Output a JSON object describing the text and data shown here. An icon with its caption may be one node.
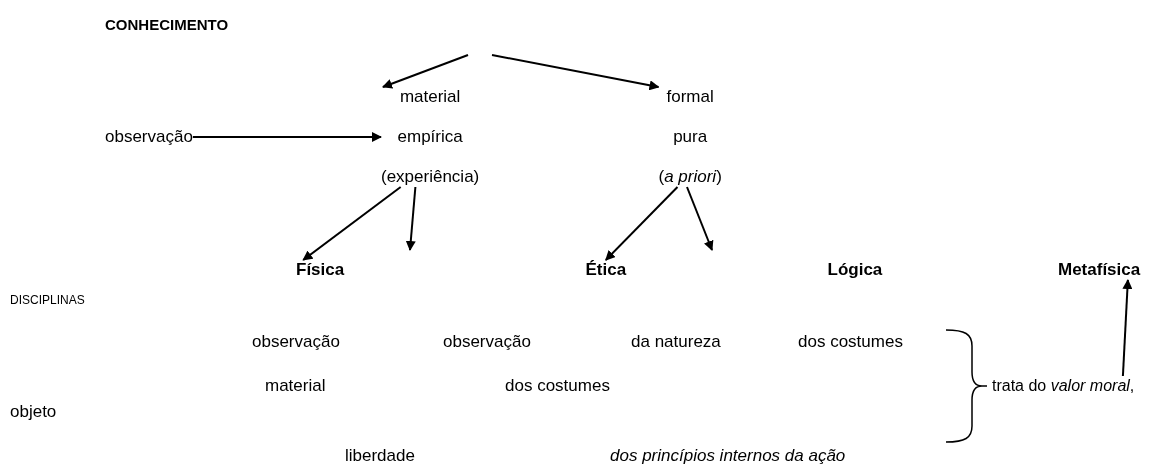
{
  "diagram": {
    "title": "CONHECIMENTO",
    "nodes": [
      {
        "text": [
          "material",
          "empírica",
          "(experiência)"
        ]
      },
      {
        "text": [
          "formal",
          "pura",
          "(*a priori*)"
        ]
      },
      {
        "text": [
          "observação"
        ]
      },
      {
        "text": [
          "Física"
        ]
      },
      {
        "text": [
          "Ética"
        ]
      },
      {
        "text": [
          "Lógica"
        ]
      },
      {
        "text": [
          "Metafísica"
        ]
      },
      {
        "text": [
          "trata do *valor moral*,"
        ]
      }
    ],
    "edges": [
      {
        "from": null,
        "to": 0,
        "arrow": "to"
      },
      {
        "from": null,
        "to": 1,
        "arrow": "to"
      },
      {
        "from": 2,
        "to": 0,
        "arrow": "to"
      },
      {
        "from": 0,
        "to": 3,
        "arrow": "to"
      },
      {
        "from": 0,
        "to": null,
        "arrow": "to"
      },
      {
        "from": 1,
        "to": 4,
        "arrow": "to"
      },
      {
        "from": 1,
        "to": null,
        "arrow": "to"
      },
      {
        "from": 7,
        "to": 6,
        "arrow": "to"
      }
    ],
    "labels": [
      "DISCIPLINAS",
      "observação",
      "observação",
      "da natureza",
      "dos costumes",
      "material",
      "dos costumes",
      "objeto",
      "liberdade",
      "dos princípios internos da ação"
    ]
  }
}
